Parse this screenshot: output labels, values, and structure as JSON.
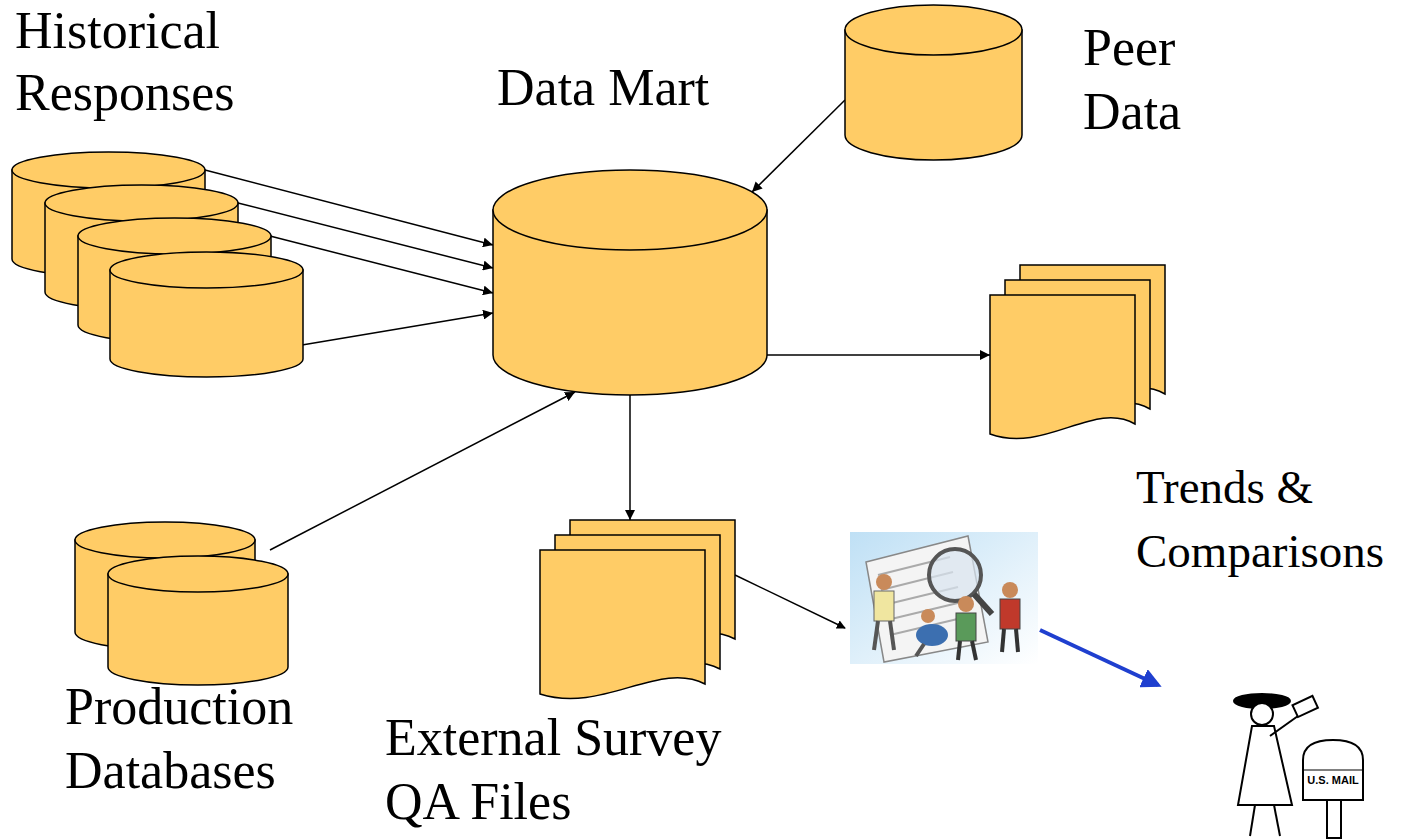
{
  "diagram": {
    "nodes": [
      {
        "text": [
          "Historical Responses"
        ]
      },
      {
        "text": [
          "Data Mart"
        ]
      },
      {
        "text": [
          "Peer Data"
        ]
      },
      {
        "text": [
          "Trends & Comparisons"
        ]
      },
      {
        "text": [
          "Production Databases"
        ]
      },
      {
        "text": [
          "External Survey QA Files"
        ]
      }
    ],
    "edges": [
      {
        "from": 0,
        "to": 1,
        "arrow": "to"
      },
      {
        "from": 0,
        "to": 1,
        "arrow": "to"
      },
      {
        "from": 0,
        "to": 1,
        "arrow": "to"
      },
      {
        "from": 0,
        "to": 1,
        "arrow": "to"
      },
      {
        "from": 2,
        "to": 1,
        "arrow": "to"
      },
      {
        "from": 4,
        "to": 1,
        "arrow": "to"
      },
      {
        "from": 1,
        "to": 3,
        "arrow": "to"
      },
      {
        "from": 1,
        "to": 5,
        "arrow": "to"
      }
    ],
    "labels": [
      "U.S. MAIL"
    ]
  }
}
